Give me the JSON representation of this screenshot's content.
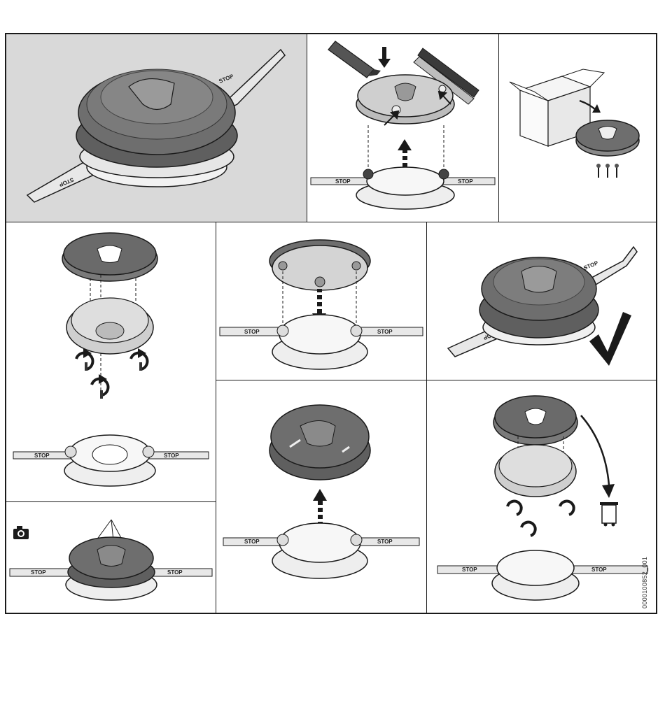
{
  "document": {
    "id_code": "0000100852_001",
    "blade_label": "STOP",
    "colors": {
      "background": "#ffffff",
      "highlight_panel": "#d9d9d9",
      "cap_dark": "#6e6e6e",
      "cap_mid": "#9a9a9a",
      "body_light": "#dcdcdc",
      "outline": "#1a1a1a"
    },
    "panels": [
      {
        "name": "overview-assembled-trimmer-head",
        "icons": [
          "trimmer-head-icon"
        ]
      },
      {
        "name": "clean-and-lubricate",
        "icons": [
          "spray-nozzle-icon",
          "brush-icon",
          "arrow-up-icon"
        ]
      },
      {
        "name": "new-part-from-box",
        "icons": [
          "box-icon",
          "screw-icon"
        ]
      },
      {
        "name": "unscrew-and-remove-cover",
        "icons": [
          "rotate-arrow-icon",
          "screw-icon"
        ]
      },
      {
        "name": "mount-cover-onto-blade",
        "icons": [
          "arrow-down-icon"
        ]
      },
      {
        "name": "correct-result",
        "icons": [
          "check-mark-icon"
        ]
      },
      {
        "name": "blade-without-cover",
        "icons": []
      },
      {
        "name": "remove-cap",
        "icons": [
          "arrow-up-icon"
        ]
      },
      {
        "name": "dispose-old-part",
        "icons": [
          "trash-bin-icon",
          "rotate-arrow-icon"
        ]
      },
      {
        "name": "inspect-markings",
        "icons": [
          "camera-icon"
        ]
      }
    ]
  }
}
